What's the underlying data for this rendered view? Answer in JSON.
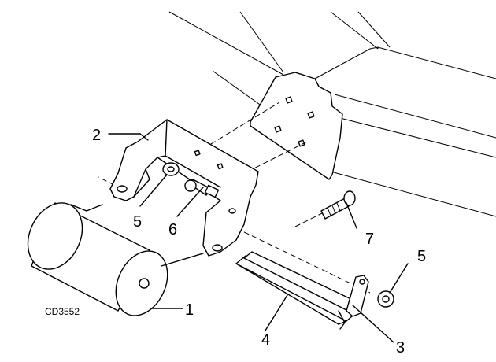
{
  "figure_code": "CD3552",
  "callouts": {
    "c1": "1",
    "c2": "2",
    "c3": "3",
    "c4": "4",
    "c5a": "5",
    "c5b": "5",
    "c6": "6",
    "c7": "7"
  }
}
